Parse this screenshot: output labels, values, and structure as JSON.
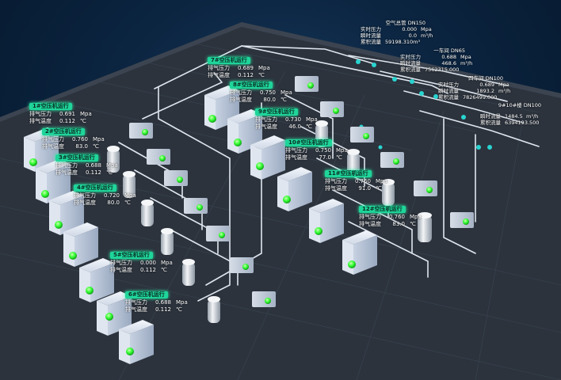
{
  "compressors": [
    {
      "name": "1#空压机运行",
      "p_label": "排气压力",
      "p_value": "0.691",
      "p_unit": "Mpa",
      "t_label": "排气温度",
      "t_value": "0.112",
      "t_unit": "℃"
    },
    {
      "name": "2#空压机运行",
      "p_label": "排气压力",
      "p_value": "0.760",
      "p_unit": "Mpa",
      "t_label": "排气温度",
      "t_value": "83.0",
      "t_unit": "℃"
    },
    {
      "name": "3#空压机运行",
      "p_label": "排气压力",
      "p_value": "0.688",
      "p_unit": "Mpa",
      "t_label": "排气温度",
      "t_value": "0.112",
      "t_unit": "℃"
    },
    {
      "name": "4#空压机运行",
      "p_label": "排气压力",
      "p_value": "0.720",
      "p_unit": "Mpa",
      "t_label": "排气温度",
      "t_value": "80.0",
      "t_unit": "℃"
    },
    {
      "name": "5#空压机运行",
      "p_label": "排气压力",
      "p_value": "0.000",
      "p_unit": "Mpa",
      "t_label": "排气温度",
      "t_value": "0.112",
      "t_unit": "℃"
    },
    {
      "name": "6#空压机运行",
      "p_label": "排气压力",
      "p_value": "0.688",
      "p_unit": "Mpa",
      "t_label": "排气温度",
      "t_value": "0.112",
      "t_unit": "℃"
    },
    {
      "name": "7#空压机运行",
      "p_label": "排气压力",
      "p_value": "0.689",
      "p_unit": "Mpa",
      "t_label": "排气温度",
      "t_value": "0.112",
      "t_unit": "℃"
    },
    {
      "name": "8#空压机运行",
      "p_label": "排气压力",
      "p_value": "0.750",
      "p_unit": "Mpa",
      "t_label": "排气温度",
      "t_value": "80.0",
      "t_unit": "℃"
    },
    {
      "name": "9#空压机运行",
      "p_label": "排气压力",
      "p_value": "0.730",
      "p_unit": "Mpa",
      "t_label": "排气温度",
      "t_value": "46.0",
      "t_unit": "℃"
    },
    {
      "name": "10#空压机运行",
      "p_label": "排气压力",
      "p_value": "0.750",
      "p_unit": "Mpa",
      "t_label": "排气温度",
      "t_value": "77.0",
      "t_unit": "℃"
    },
    {
      "name": "11#空压机运行",
      "p_label": "排气压力",
      "p_value": "0.760",
      "p_unit": "Mpa",
      "t_label": "排气温度",
      "t_value": "91.0",
      "t_unit": "℃"
    },
    {
      "name": "12#空压机运行",
      "p_label": "排气压力",
      "p_value": "0.760",
      "p_unit": "Mpa",
      "t_label": "排气温度",
      "t_value": "83.0",
      "t_unit": "℃"
    }
  ],
  "flowmeters": [
    {
      "title": "空气总管 DN150",
      "p_label": "实时压力",
      "p_value": "0.000",
      "p_unit": "Mpa",
      "f_label": "瞬时流量",
      "f_value": "0.0",
      "f_unit": "m³/h",
      "t_label": "累积流量",
      "t_value": "59198.310m³",
      "t_unit": ""
    },
    {
      "title": "一车间 DN65",
      "p_label": "实时压力",
      "p_value": "0.688",
      "p_unit": "Mpa",
      "f_label": "瞬时流量",
      "f_value": "468.6",
      "f_unit": "m³/h",
      "t_label": "累积流量",
      "t_value": "7562315.000",
      "t_unit": ""
    },
    {
      "title": "四车间 DN100",
      "p_label": "实时压力",
      "p_value": "0.689",
      "p_unit": "Mpa",
      "f_label": "瞬时流量",
      "f_value": "1893.2",
      "f_unit": "m³/h",
      "t_label": "累积流量",
      "t_value": "7826499.000",
      "t_unit": ""
    },
    {
      "title": "9#10#楼 DN100",
      "p_label": "",
      "p_value": "",
      "p_unit": "",
      "f_label": "瞬时流量",
      "f_value": "1484.5",
      "f_unit": "m³/h",
      "t_label": "累积流量",
      "t_value": "6394193.500",
      "t_unit": ""
    }
  ],
  "colors": {
    "status_ok": "#33ff33",
    "tag_bg": "#1fd59a",
    "floor": "#2c333d"
  }
}
